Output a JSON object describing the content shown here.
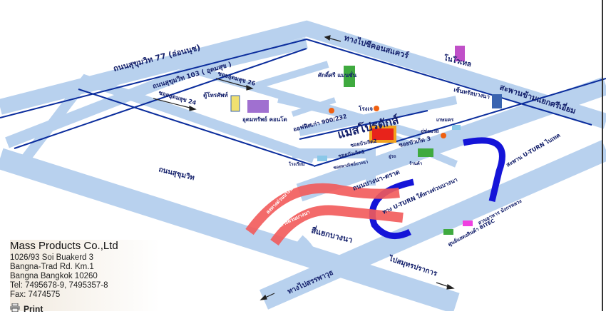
{
  "company": {
    "name": "Mass Products Co.,Ltd",
    "address_lines": [
      "1026/93 Soi Buakerd 3",
      "Bangna-Trad Rd. Km.1",
      "Bangna Bangkok 10260"
    ],
    "tel": "Tel: 7495678-9, 7495357-8",
    "fax": "Fax: 7474575",
    "print_label": "Print",
    "print_icon": "printer-icon"
  },
  "map": {
    "colors": {
      "road": "#b8d1ee",
      "road_line": "#0a2c9c",
      "expressway": "#f25a5a",
      "uturn": "#1414d8",
      "company": "#e8231b"
    },
    "labels": {
      "sukhumvit77": "ถนนสุขุมวิท 77 (อ่อนนุช)",
      "sukhumvit103": "ถนนสุขุมวิท 103 ( อุดมสุข )",
      "udomsuk26": "ซอยอุดมสุข 26",
      "udomsuk24": "ซอยอุดมสุข 24",
      "to_seacon": "ทางไปซีคอนสแควร์",
      "novotel": "โนโวเทล",
      "central": "เซ็นทรัลบางนา",
      "bridge": "สะพานข้ามแยกศรีเอี่ยม",
      "sakseri": "ศักดิ์ศรี แมนชั่น",
      "phone_booth": "ตู้โทรศัพท์",
      "udom_condo": "อุดมทรัพย์ คอนโด",
      "office": "ออฟฟิศเก่า 900/232",
      "jo": "โรงเจ",
      "company_th": "แมสโปรดักส์",
      "soi3": "ซอยบัวเกิด 3",
      "soi2": "ซอยบัวเกิด2",
      "soi1": "ซอยบัวเกิด1",
      "soi_school": "ซอยพาณิชย์บางนา",
      "school": "โรงเรียน",
      "kasikorn": "เกษมคร",
      "auto": "อู่ซ่อมรถ",
      "garage": "อู่รถ",
      "store": "ร้านค้า",
      "uturn_bridge": "สะพาน U-TURN ไบเทค",
      "sukhumvit": "ถนนสุขุมวิท",
      "bangna_trad": "ถนนบางนา-ตราด",
      "exp_down": "ลงทางด่วนบางนา",
      "exp_up": "ขึ้นทางด่วนบางนา",
      "uturn_under": "ทาง U-TURN ใต้ทางด่วนบางนา",
      "junction": "สี่แยกบางนา",
      "to_samrong": "ทางไปสรรพาวุธ",
      "to_samutprakan": "ไปสมุทรปราการ",
      "bitec": "ศูนย์แสดงสินค้า BITEC",
      "park": "สวนอาหาร มังกรหลวง"
    }
  }
}
